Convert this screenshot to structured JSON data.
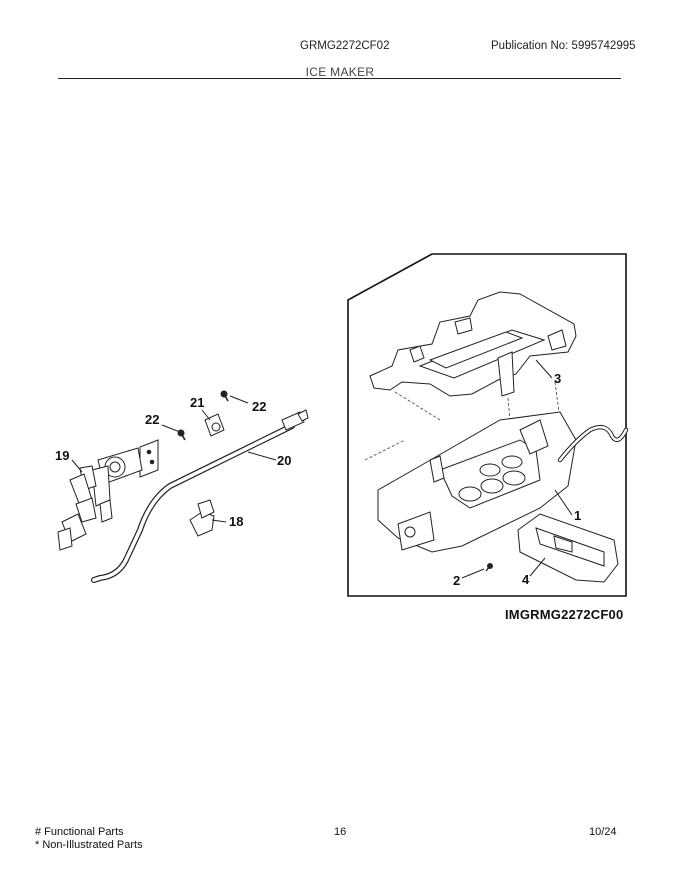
{
  "header": {
    "model": "GRMG2272CF02",
    "publication": "Publication No:  5995742995",
    "section": "ICE MAKER"
  },
  "callouts": {
    "c1": "1",
    "c2": "2",
    "c3": "3",
    "c4": "4",
    "c18": "18",
    "c19": "19",
    "c20": "20",
    "c21": "21",
    "c22a": "22",
    "c22b": "22"
  },
  "image_code": "IMGRMG2272CF00",
  "footer": {
    "functional": "# Functional Parts",
    "non_illustrated": "* Non-Illustrated Parts",
    "page": "16",
    "date": "10/24"
  }
}
